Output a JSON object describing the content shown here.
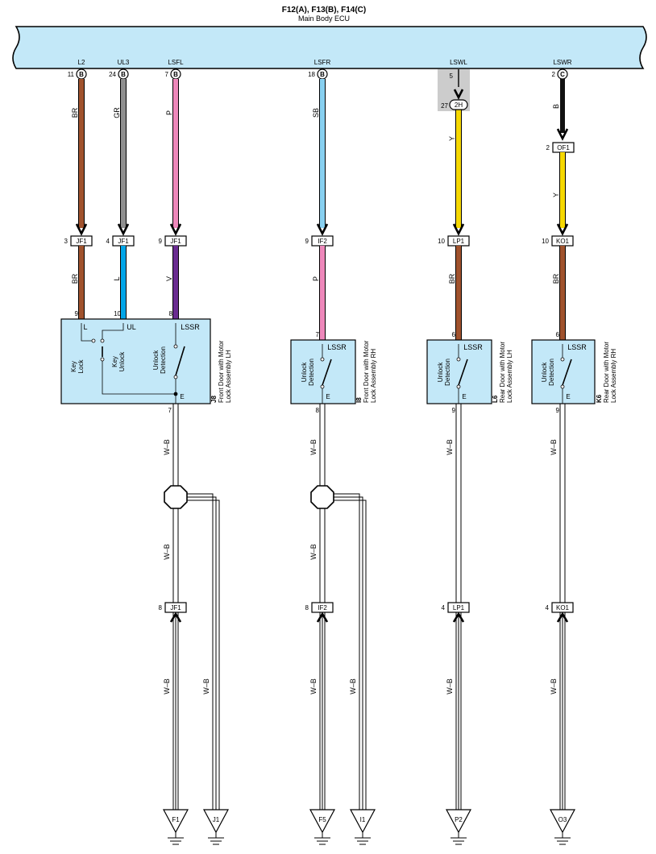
{
  "ecu": {
    "connectors": "F12(A), F13(B), F14(C)",
    "name": "Main Body ECU",
    "pins": [
      {
        "signal": "L2",
        "pin": "11",
        "conn": "B"
      },
      {
        "signal": "UL3",
        "pin": "24",
        "conn": "B"
      },
      {
        "signal": "LSFL",
        "pin": "7",
        "conn": "B"
      },
      {
        "signal": "LSFR",
        "pin": "18",
        "conn": "B"
      },
      {
        "signal": "LSWL",
        "pin": "5",
        "conn": ""
      },
      {
        "signal": "LSWR",
        "pin": "2",
        "conn": "C"
      }
    ]
  },
  "inline_2h": {
    "pin": "27",
    "label": "2H"
  },
  "inline_of1": {
    "pin": "2",
    "label": "OF1"
  },
  "wires_upper": [
    {
      "color_code": "BR",
      "hex": "#a0522d"
    },
    {
      "color_code": "GR",
      "hex": "#8f8f8f"
    },
    {
      "color_code": "P",
      "hex": "#ee88bb"
    },
    {
      "color_code": "SB",
      "hex": "#88d0f0"
    },
    {
      "color_code": "Y",
      "hex": "#f6d800"
    },
    {
      "color_code": "B",
      "hex": "#111111"
    },
    {
      "color_code": "Y",
      "hex": "#f6d800"
    }
  ],
  "junctions_upper": [
    {
      "pin": "3",
      "label": "JF1"
    },
    {
      "pin": "4",
      "label": "JF1"
    },
    {
      "pin": "9",
      "label": "JF1"
    },
    {
      "pin": "9",
      "label": "IF2"
    },
    {
      "pin": "10",
      "label": "LP1"
    },
    {
      "pin": "10",
      "label": "KO1"
    }
  ],
  "wires_mid": [
    {
      "color_code": "BR",
      "hex": "#a0522d"
    },
    {
      "color_code": "L",
      "hex": "#00a5e8"
    },
    {
      "color_code": "V",
      "hex": "#6a2c91"
    },
    {
      "color_code": "P",
      "hex": "#ee88bb"
    },
    {
      "color_code": "BR",
      "hex": "#a0522d"
    },
    {
      "color_code": "BR",
      "hex": "#a0522d"
    }
  ],
  "components": [
    {
      "id": "J8",
      "name": "Front Door with Motor",
      "name2": "Lock Assembly LH",
      "pins_top": [
        "9",
        "10",
        "8"
      ],
      "labels_top": [
        "L",
        "UL",
        "LSSR"
      ],
      "key_lock": "Key",
      "key_lock2": "Lock",
      "key_unlock": "Key",
      "key_unlock2": "Unlock",
      "switch_label": "Unlock",
      "switch_label2": "Detection",
      "ground_label": "E",
      "ground_pin": "7"
    },
    {
      "id": "I8",
      "name": "Front Door with Motor",
      "name2": "Lock Assembly RH",
      "pin_top": "7",
      "label_top": "LSSR",
      "switch_label": "Unlock",
      "switch_label2": "Detection",
      "ground_label": "E",
      "ground_pin": "8"
    },
    {
      "id": "L6",
      "name": "Rear Door with Motor",
      "name2": "Lock Assembly LH",
      "pin_top": "6",
      "label_top": "LSSR",
      "switch_label": "Unlock",
      "switch_label2": "Detection",
      "ground_label": "E",
      "ground_pin": "9"
    },
    {
      "id": "K6",
      "name": "Rear Door with Motor",
      "name2": "Lock Assembly RH",
      "pin_top": "6",
      "label_top": "LSSR",
      "switch_label": "Unlock",
      "switch_label2": "Detection",
      "ground_label": "E",
      "ground_pin": "9"
    }
  ],
  "ground_wire_label": "W–B",
  "junctions_lower": [
    {
      "pin": "8",
      "label": "JF1"
    },
    {
      "pin": "8",
      "label": "IF2"
    },
    {
      "pin": "4",
      "label": "LP1"
    },
    {
      "pin": "4",
      "label": "KO1"
    }
  ],
  "grounds": [
    "F1",
    "J1",
    "F5",
    "I1",
    "P2",
    "O3"
  ]
}
